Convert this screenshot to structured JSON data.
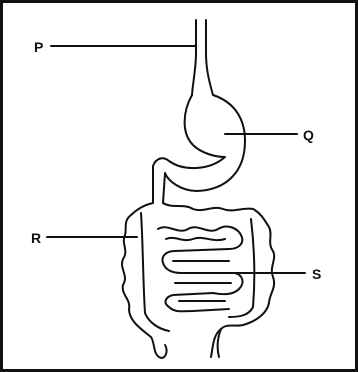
{
  "labels": {
    "p": "P",
    "q": "Q",
    "r": "R",
    "s": "S"
  },
  "colors": {
    "ink": "#111111",
    "background": "#ffffff"
  }
}
